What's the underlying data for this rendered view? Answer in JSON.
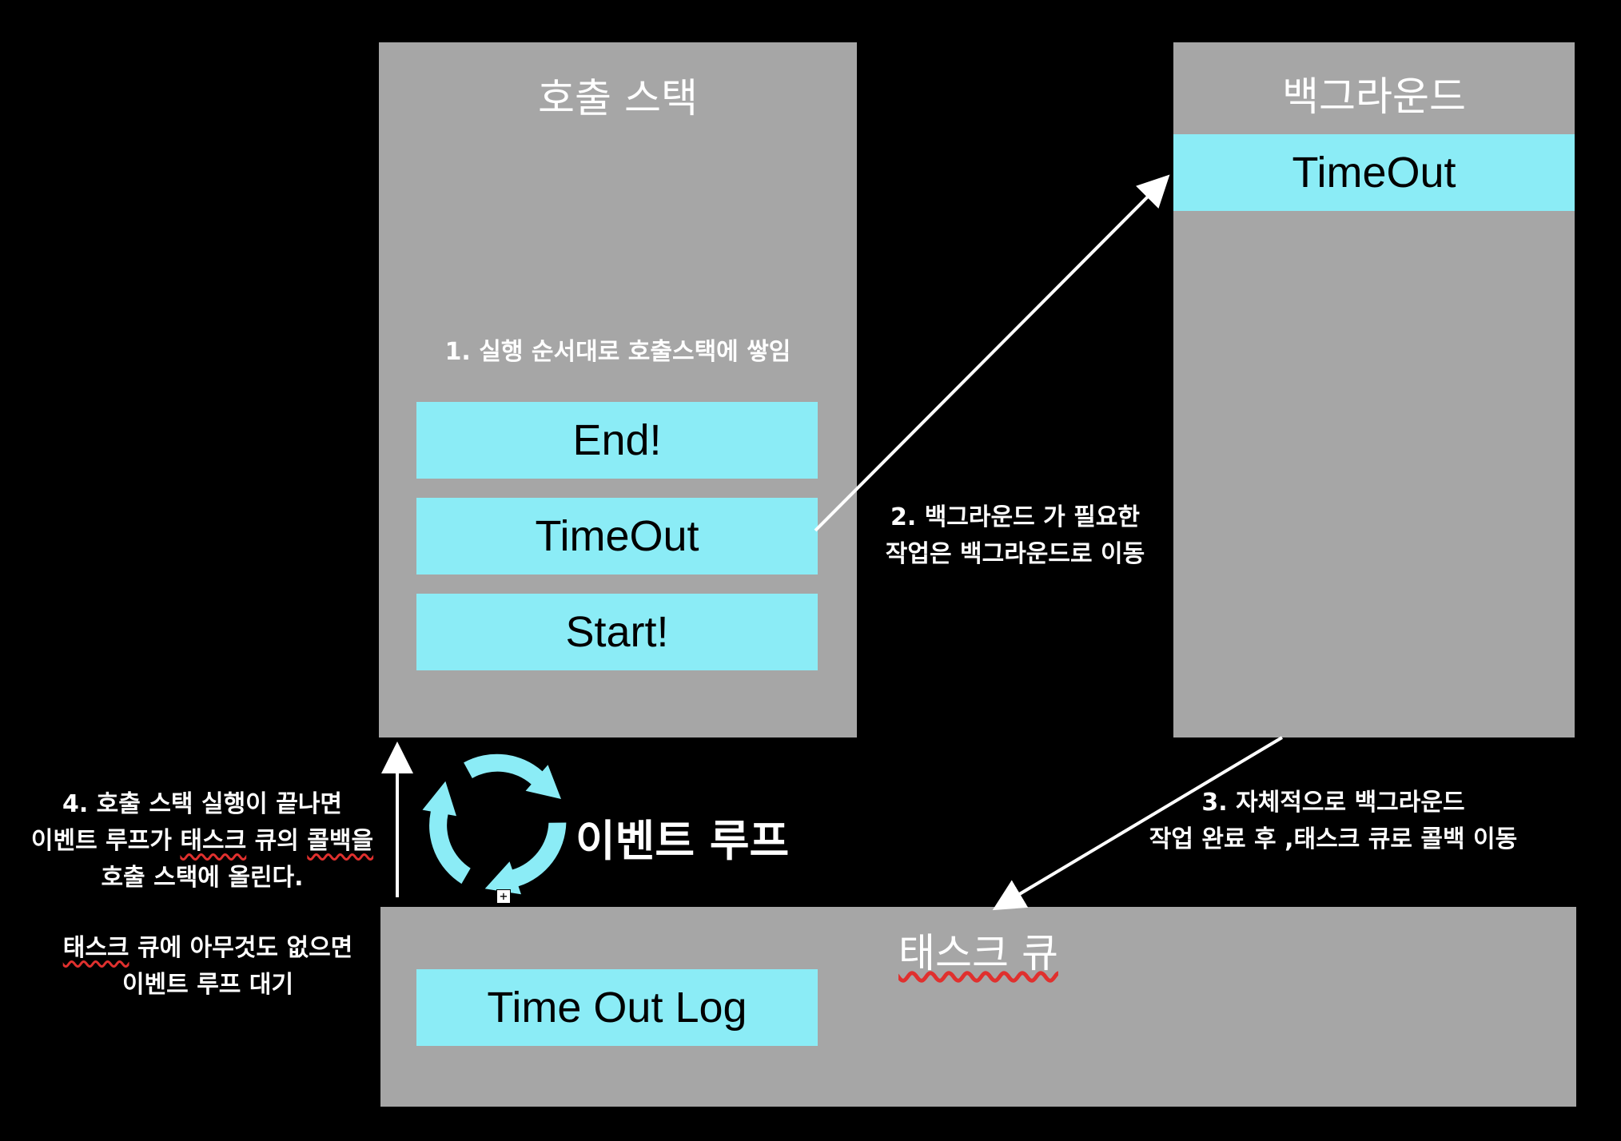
{
  "call_stack": {
    "title": "호출 스택",
    "note": "1. 실행 순서대로 호출스택에 쌓임",
    "items": [
      "End!",
      "TimeOut",
      "Start!"
    ]
  },
  "background": {
    "title": "백그라운드",
    "items": [
      "TimeOut"
    ]
  },
  "task_queue": {
    "title": "태스크 큐",
    "items": [
      "Time Out Log"
    ]
  },
  "event_loop": {
    "label": "이벤트 루프"
  },
  "notes": {
    "step2": [
      "2. 백그라운드 가 필요한",
      "작업은 백그라운드로 이동"
    ],
    "step3": [
      "3. 자체적으로 백그라운드",
      "작업 완료 후 ,태스크 큐로 콜백 이동"
    ],
    "step4_line1": "4. 호출 스택 실행이 끝나면",
    "step4_line2_a": "이벤트 루프가 ",
    "step4_line2_b": "태스크",
    "step4_line2_c": " 큐의 ",
    "step4_line2_d": "콜백을",
    "step4_line3": "호출 스택에 올린다.",
    "idle_line1_a": "태스크",
    "idle_line1_b": " 큐에 아무것도 없으면",
    "idle_line2": "이벤트 루프 대기"
  },
  "colors": {
    "panel": "#a6a6a6",
    "block": "#8becf6",
    "arrow": "#ffffff",
    "loop_icon": "#8becf6",
    "background": "#000000"
  },
  "icons": [
    "refresh-loop-icon",
    "plus-box-icon"
  ]
}
